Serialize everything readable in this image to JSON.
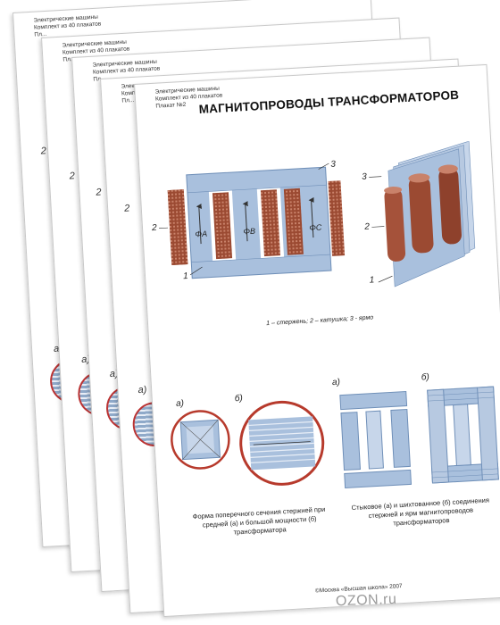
{
  "poster": {
    "series": "Электрические машины",
    "set": "Комплект из 40 плакатов",
    "number": "Плакат №2",
    "title": "МАГНИТОПРОВОДЫ ТРАНСФОРМАТОРОВ",
    "legend": "1 – стержень; 2 – катушка; 3 - ярмо",
    "caption_left": "Форма поперечного сечения стержней при средней (а) и большой мощности (б) трансформатора",
    "caption_right": "Стыковое (а) и шихтованное (б) соединения стержней и ярм магнитопроводов трансформаторов",
    "footer": "©Москва «Высшая школа» 2007",
    "flux_labels": [
      "ΦA",
      "ΦB",
      "ΦC"
    ],
    "part_labels": [
      "1",
      "2",
      "3"
    ],
    "sub_labels": [
      "а)",
      "б)"
    ]
  },
  "back_sheets": [
    {
      "series": "Электрические машины",
      "set": "Комплект из 40 плакатов",
      "number": "Пл...",
      "side_num": "2",
      "sub": "а)"
    },
    {
      "series": "Электрические машины",
      "set": "Комплект из 40 плакатов",
      "number": "Пл...",
      "side_num": "2",
      "sub": "а)"
    },
    {
      "series": "Электрические машины",
      "set": "Комплект из 40 плакатов",
      "number": "Пл...",
      "side_num": "2",
      "sub": "а)"
    },
    {
      "series": "Электрические машины",
      "set": "Комплект из 40 плакатов",
      "number": "Пл...",
      "side_num": "2",
      "sub": "а)"
    }
  ],
  "watermark": "OZON.ru",
  "colors": {
    "core": "#a9c0dd",
    "core_dark": "#6f8fb8",
    "coil": "#9b4a32",
    "coil_stripe": "#c9826a",
    "accent_red": "#b73a2c"
  }
}
